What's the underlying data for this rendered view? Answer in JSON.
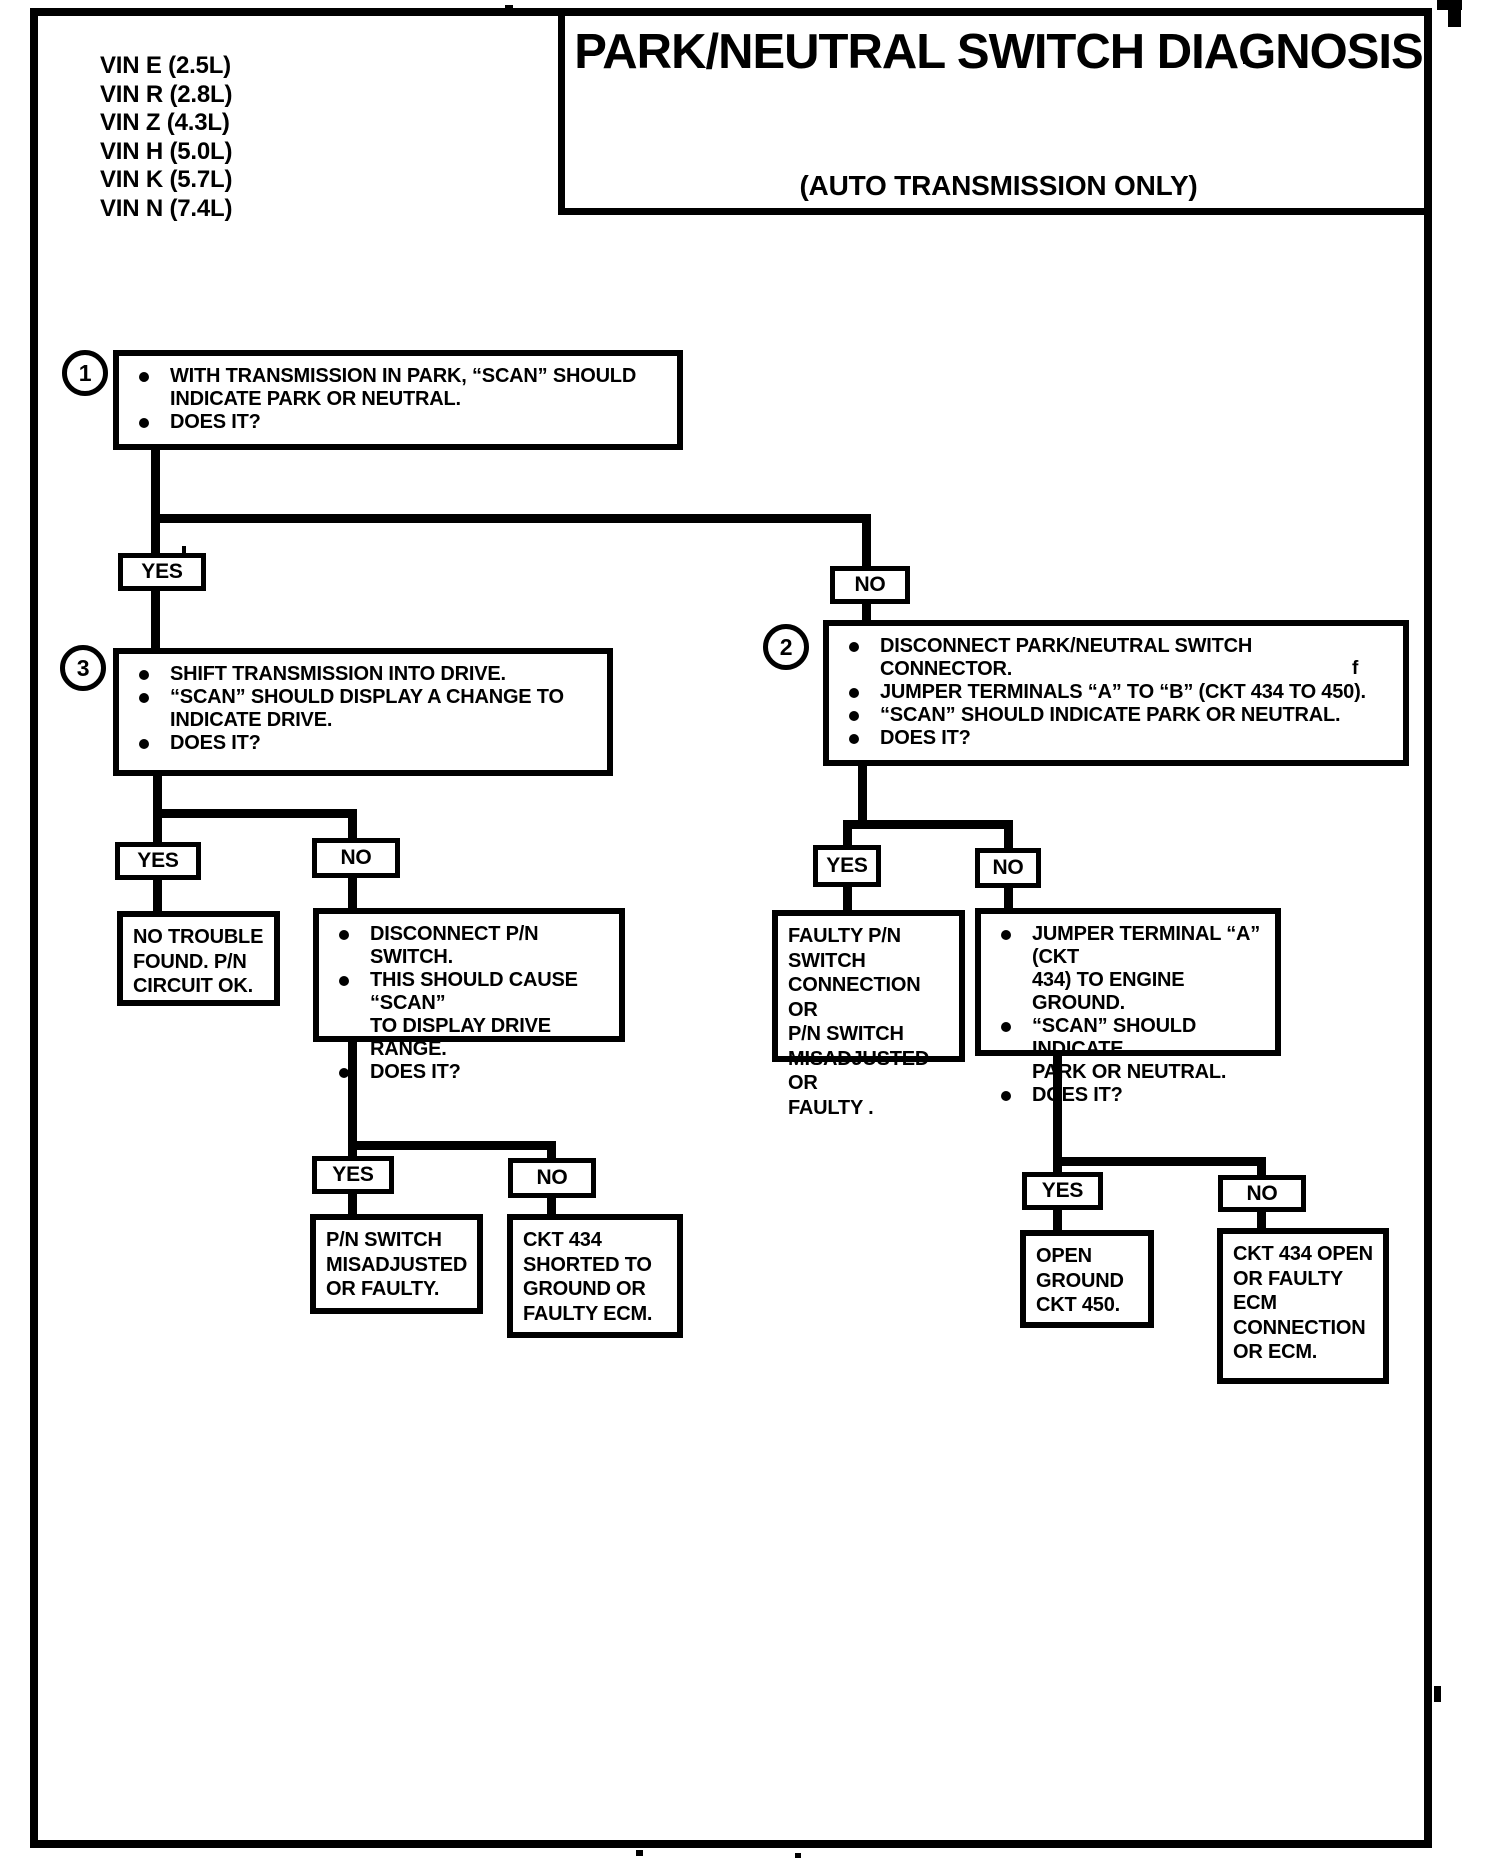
{
  "header": {
    "title": "PARK/NEUTRAL SWITCH DIAGNOSIS",
    "subtitle": "(AUTO TRANSMISSION ONLY)",
    "vins": [
      "VIN E (2.5L)",
      "VIN R (2.8L)",
      "VIN Z (4.3L)",
      "VIN H (5.0L)",
      "VIN K (5.7L)",
      "VIN N (7.4L)"
    ]
  },
  "labels": {
    "yes": "YES",
    "no": "NO"
  },
  "steps": {
    "s1": {
      "num": "1",
      "bullets": [
        "WITH TRANSMISSION IN PARK, “SCAN” SHOULD\nINDICATE PARK OR NEUTRAL.",
        "DOES IT?"
      ]
    },
    "s3": {
      "num": "3",
      "bullets": [
        "SHIFT TRANSMISSION INTO DRIVE.",
        "“SCAN” SHOULD DISPLAY A CHANGE TO\nINDICATE DRIVE.",
        "DOES IT?"
      ]
    },
    "s2": {
      "num": "2",
      "bullets": [
        "DISCONNECT PARK/NEUTRAL SWITCH\nCONNECTOR.",
        "JUMPER TERMINALS “A” TO “B” (CKT 434 TO 450).",
        "“SCAN” SHOULD INDICATE PARK OR NEUTRAL.",
        "DOES IT?"
      ]
    },
    "disconnect_pn": {
      "bullets": [
        "DISCONNECT P/N SWITCH.",
        "THIS SHOULD CAUSE “SCAN”\nTO DISPLAY DRIVE RANGE.",
        "DOES IT?"
      ]
    },
    "jumper_ground": {
      "bullets": [
        "JUMPER TERMINAL “A” (CKT\n434) TO ENGINE GROUND.",
        "“SCAN” SHOULD INDICATE\nPARK OR NEUTRAL.",
        "DOES IT?"
      ]
    }
  },
  "results": {
    "no_trouble": "NO TROUBLE\nFOUND. P/N\nCIRCUIT OK.",
    "pn_misadjusted": "P/N SWITCH\nMISADJUSTED\nOR FAULTY.",
    "ckt434_shorted": "CKT 434\nSHORTED TO\nGROUND OR\nFAULTY ECM.",
    "faulty_connection": "FAULTY P/N SWITCH\nCONNECTION OR\nP/N SWITCH\nMISADJUSTED OR\nFAULTY .",
    "open_ground": "OPEN\nGROUND\nCKT 450.",
    "ckt434_open": "CKT 434 OPEN\nOR FAULTY\nECM\nCONNECTION\nOR ECM."
  },
  "artifacts": {
    "stray_mark": "f"
  }
}
